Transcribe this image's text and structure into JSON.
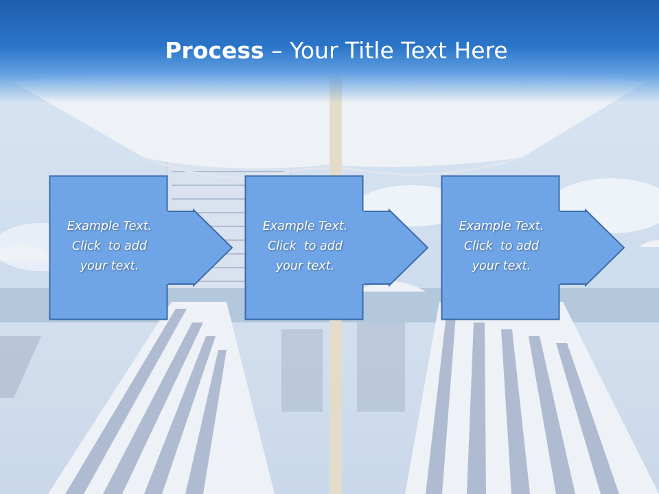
{
  "slide": {
    "title_bold": "Process",
    "title_rest": " – Your Title Text Here"
  },
  "steps": [
    {
      "line1": "Example Text.",
      "line2": "Click  to add",
      "line3": "your text."
    },
    {
      "line1": "Example Text.",
      "line2": "Click  to add",
      "line3": "your text."
    },
    {
      "line1": "Example Text.",
      "line2": "Click  to add",
      "line3": "your text."
    }
  ],
  "colors": {
    "title_bar": "#2b75c9",
    "box_fill": "#6fa5e6",
    "box_stroke": "#3a6aa8",
    "arrow_fill": "#6fa5e6"
  }
}
